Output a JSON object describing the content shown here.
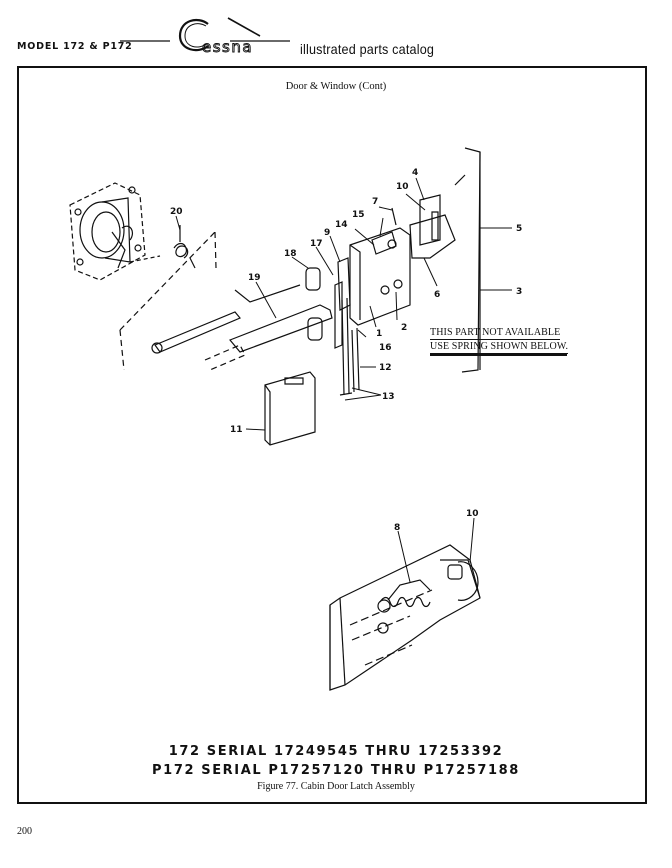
{
  "header": {
    "model": "MODEL 172 & P172",
    "brand": "Cessna",
    "catalog_title": "illustrated parts catalog"
  },
  "section_title": "Door & Window (Cont)",
  "callouts": {
    "c1": "1",
    "c2": "2",
    "c3": "3",
    "c4": "4",
    "c5": "5",
    "c6": "6",
    "c7": "7",
    "c8": "8",
    "c9": "9",
    "c10": "10",
    "c10b": "10",
    "c11": "11",
    "c12": "12",
    "c13": "13",
    "c14": "14",
    "c15": "15",
    "c16": "16",
    "c17": "17",
    "c18": "18",
    "c19": "19",
    "c20": "20"
  },
  "note": {
    "line1": "THIS PART NOT AVAILABLE",
    "line2": "USE SPRING SHOWN BELOW."
  },
  "serial_lines": {
    "line1": "172 SERIAL 17249545 THRU 17253392",
    "line2": "P172 SERIAL P17257120 THRU P17257188"
  },
  "caption": "Figure 77.  Cabin Door Latch Assembly",
  "page_number": "200"
}
